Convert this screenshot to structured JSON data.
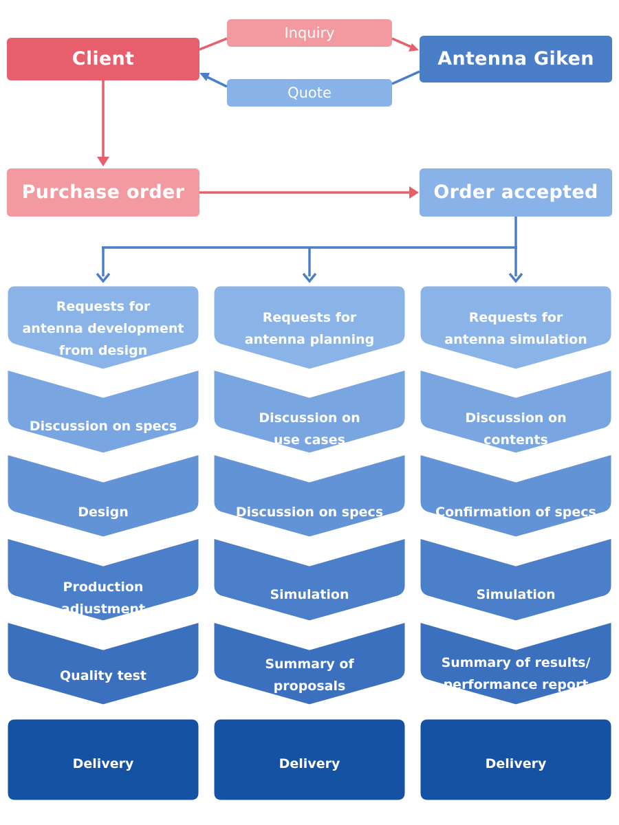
{
  "top": {
    "client": "Client",
    "company": "Antenna Giken",
    "inquiry": "Inquiry",
    "quote": "Quote",
    "purchase_order": "Purchase order",
    "order_accepted": "Order accepted"
  },
  "colors": {
    "red": "#e75f6c",
    "red_light": "#f39aa0",
    "blue": "#4a7fc8",
    "blue_light": "#89b3e8",
    "step_shades": [
      "#8ab4e8",
      "#79a6e0",
      "#6293d6",
      "#4b7fc9",
      "#3b70bf",
      "#1652a3"
    ]
  },
  "columns": [
    {
      "steps": [
        "Requests for\nantenna development\nfrom design",
        "Discussion on specs",
        "Design",
        "Production\nadjustment",
        "Quality test",
        "Delivery"
      ]
    },
    {
      "steps": [
        "Requests for\nantenna planning",
        "Discussion on\nuse cases",
        "Discussion on specs",
        "Simulation",
        "Summary of\nproposals",
        "Delivery"
      ]
    },
    {
      "steps": [
        "Requests for\nantenna simulation",
        "Discussion on\ncontents",
        "Confirmation of specs",
        "Simulation",
        "Summary of results/\nperformance report",
        "Delivery"
      ]
    }
  ]
}
